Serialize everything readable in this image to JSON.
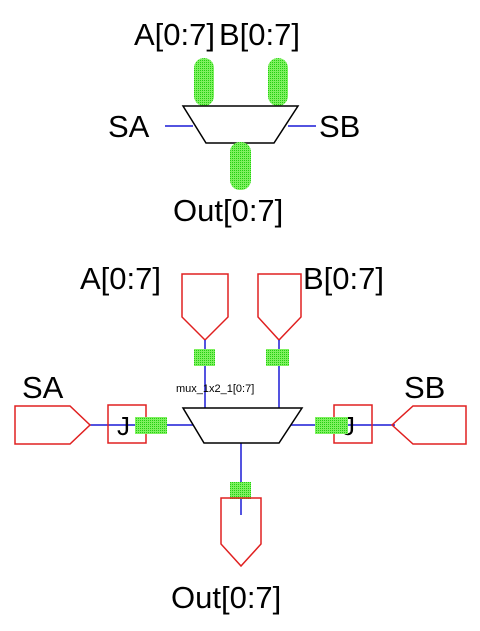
{
  "symbol": {
    "input_a": "A[0:7]",
    "input_b": "B[0:7]",
    "select_a": "SA",
    "select_b": "SB",
    "output": "Out[0:7]"
  },
  "schematic": {
    "input_a": "A[0:7]",
    "input_b": "B[0:7]",
    "select_a": "SA",
    "select_b": "SB",
    "output": "Out[0:7]",
    "instance_name": "mux_1x2_1[0:7]",
    "junction_left": "J",
    "junction_right": "J"
  },
  "colors": {
    "wire": "#1a1ad6",
    "port": "#e02020",
    "pin_marker": "#33e01f",
    "outline": "#000000"
  }
}
